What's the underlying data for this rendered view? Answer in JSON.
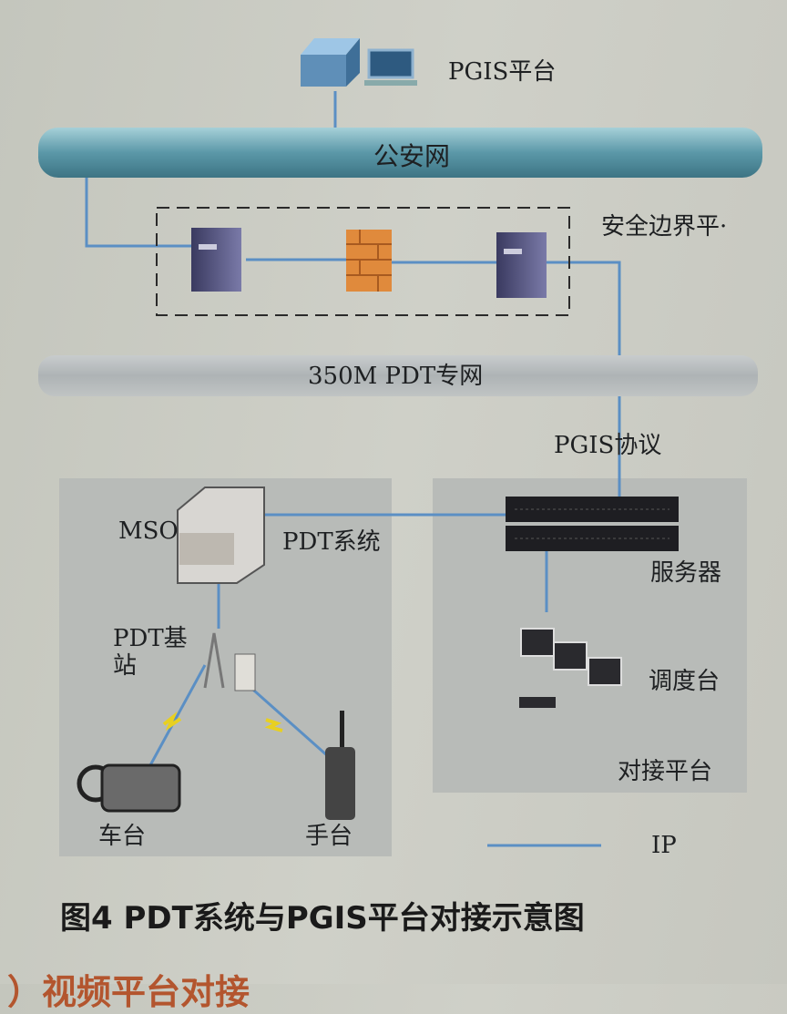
{
  "diagram": {
    "pgis_platform": "PGIS平台",
    "public_security_network": "公安网",
    "security_boundary_platform": "安全边界平·",
    "pdt_private_network": "350M PDT专网",
    "pgis_protocol": "PGIS协议",
    "mso": "MSO",
    "pdt_system": "PDT系统",
    "server": "服务器",
    "dispatch_console": "调度台",
    "interface_platform": "对接平台",
    "pdt_base_station_line1": "PDT基",
    "pdt_base_station_line2": "站",
    "vehicle_radio": "车台",
    "handheld_radio": "手台",
    "legend_ip": "IP",
    "colors": {
      "link": "#5b8fc4",
      "pipe_public": "#5f9fae",
      "pipe_pdt": "#a9aeb0",
      "firewall": "#e08a3c"
    }
  },
  "caption": "图4  PDT系统与PGIS平台对接示意图",
  "next_section": "）视频平台对接"
}
